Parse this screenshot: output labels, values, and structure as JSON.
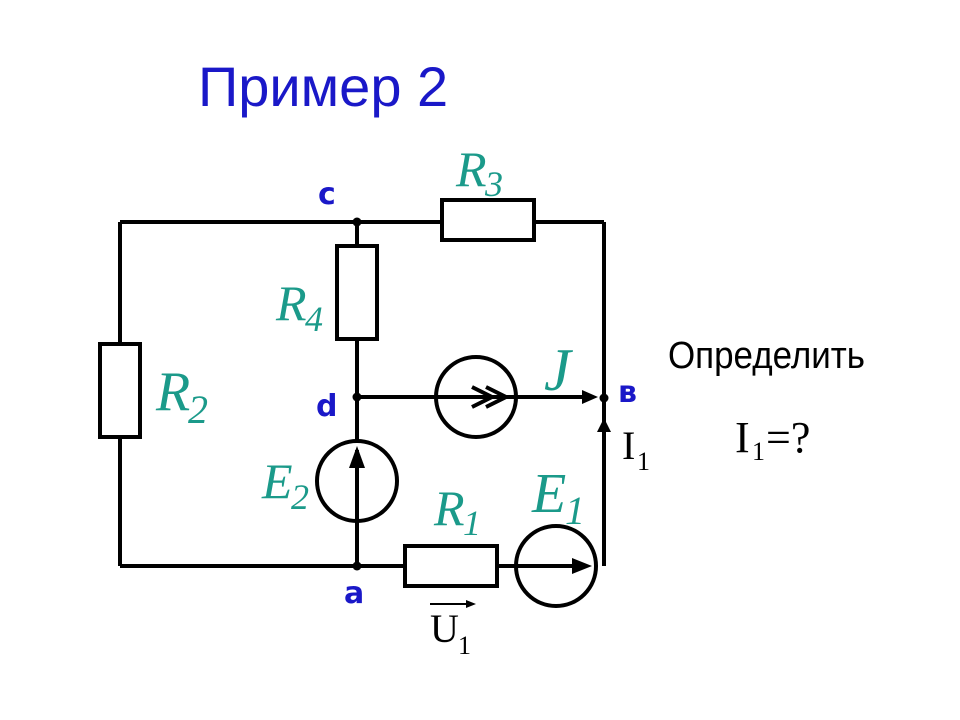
{
  "slide": {
    "title": "Пример 2",
    "task_label": "Определить",
    "task_value": "I",
    "task_sub": "1",
    "task_suffix": "=?"
  },
  "circuit": {
    "nodes": {
      "c": "c",
      "d": "d",
      "b": "в",
      "a": "a"
    },
    "components": {
      "R1": {
        "letter": "R",
        "sub": "1"
      },
      "R2": {
        "letter": "R",
        "sub": "2"
      },
      "R3": {
        "letter": "R",
        "sub": "3"
      },
      "R4": {
        "letter": "R",
        "sub": "4"
      },
      "E1": {
        "letter": "E",
        "sub": "1"
      },
      "E2": {
        "letter": "E",
        "sub": "2"
      },
      "J": {
        "letter": "J"
      }
    },
    "annotations": {
      "I1": {
        "letter": "I",
        "sub": "1"
      },
      "U1": {
        "letter": "U",
        "sub": "1"
      }
    }
  },
  "colors": {
    "title": "#1a18c8",
    "component_labels": "#1b9a8a",
    "node_labels": "#1a18c8",
    "lines": "#000000"
  }
}
